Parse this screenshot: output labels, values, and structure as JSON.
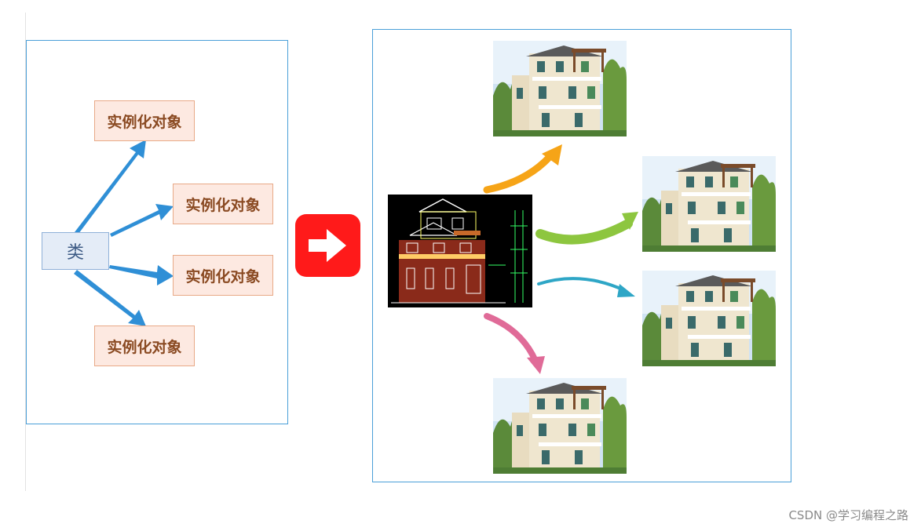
{
  "diagram": {
    "class_label": "类",
    "object_labels": [
      "实例化对象",
      "实例化对象",
      "实例化对象",
      "实例化对象"
    ]
  },
  "colors": {
    "panel_border": "#4a9fd8",
    "class_fill": "#e4ecf7",
    "object_fill": "#fde9e1",
    "object_text": "#8a4a22",
    "left_arrows": "#2f8fd6",
    "transform_arrow": "#ff1a1a",
    "right_arrows": [
      "#f6a417",
      "#8dc63f",
      "#2ea6c6",
      "#e06b98"
    ]
  },
  "icons": [
    "right-arrow-icon",
    "house-blueprint-icon",
    "villa-photo-icon"
  ],
  "watermark": "CSDN @学习编程之路"
}
